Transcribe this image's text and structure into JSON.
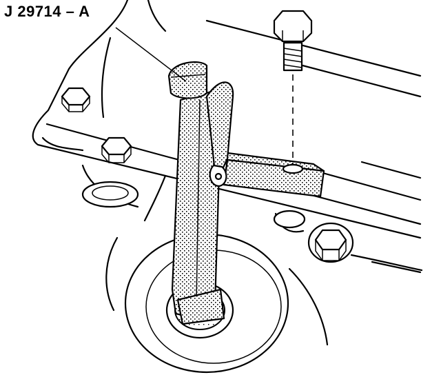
{
  "callout": {
    "label": "J 29714 – A"
  },
  "parts": {
    "tool": "tool-j29714a",
    "bolt": "mounting-bolt",
    "bracket": "tool-support-bracket",
    "pulley": "crankshaft-pulley",
    "housing": "engine-block-housing"
  }
}
